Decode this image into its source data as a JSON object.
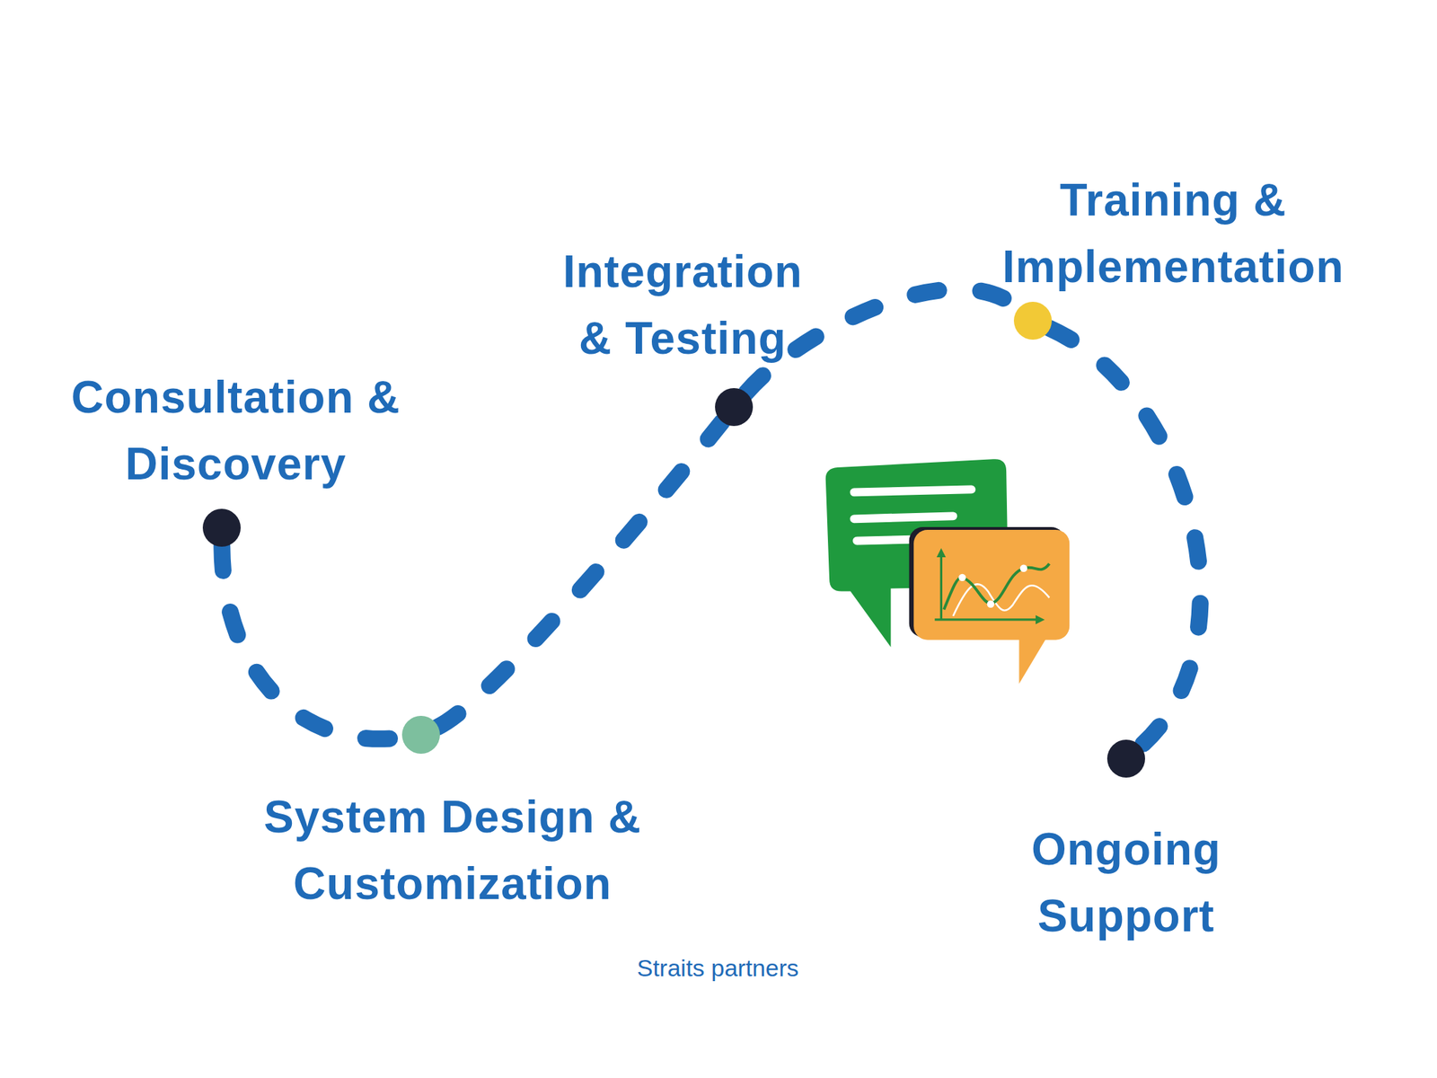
{
  "diagram": {
    "caption": "Straits partners",
    "nodes": [
      {
        "text": [
          "Consultation & Discovery"
        ]
      },
      {
        "text": [
          "System Design & Customization"
        ]
      },
      {
        "text": [
          "Integration & Testing"
        ]
      },
      {
        "text": [
          "Training & Implementation"
        ]
      },
      {
        "text": [
          "Ongoing Support"
        ]
      }
    ],
    "edges": [
      {
        "from": 0,
        "to": 1,
        "arrow": "none"
      },
      {
        "from": 1,
        "to": 2,
        "arrow": "none"
      },
      {
        "from": 2,
        "to": 3,
        "arrow": "none"
      },
      {
        "from": 3,
        "to": 4,
        "arrow": "none"
      }
    ]
  }
}
